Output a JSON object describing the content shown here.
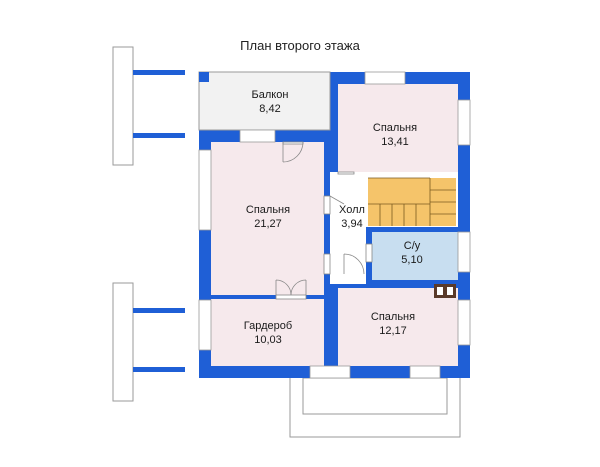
{
  "title": "План второго этажа",
  "colors": {
    "wall": "#1f5fd6",
    "bedroom": "#f6e9ec",
    "bathroom": "#c8def0",
    "hall": "#ffffff",
    "balcony": "#f2f2f2",
    "stairs": "#f5c46a",
    "outline": "#9a9a9a"
  },
  "rooms": [
    {
      "id": "balcony",
      "name": "Балкон",
      "area": "8,42"
    },
    {
      "id": "bedroom-ne",
      "name": "Спальня",
      "area": "13,41"
    },
    {
      "id": "bedroom-w",
      "name": "Спальня",
      "area": "21,27"
    },
    {
      "id": "hall",
      "name": "Холл",
      "area": "3,94"
    },
    {
      "id": "bathroom",
      "name": "С/у",
      "area": "5,10"
    },
    {
      "id": "wardrobe",
      "name": "Гардероб",
      "area": "10,03"
    },
    {
      "id": "bedroom-se",
      "name": "Спальня",
      "area": "12,17"
    }
  ]
}
